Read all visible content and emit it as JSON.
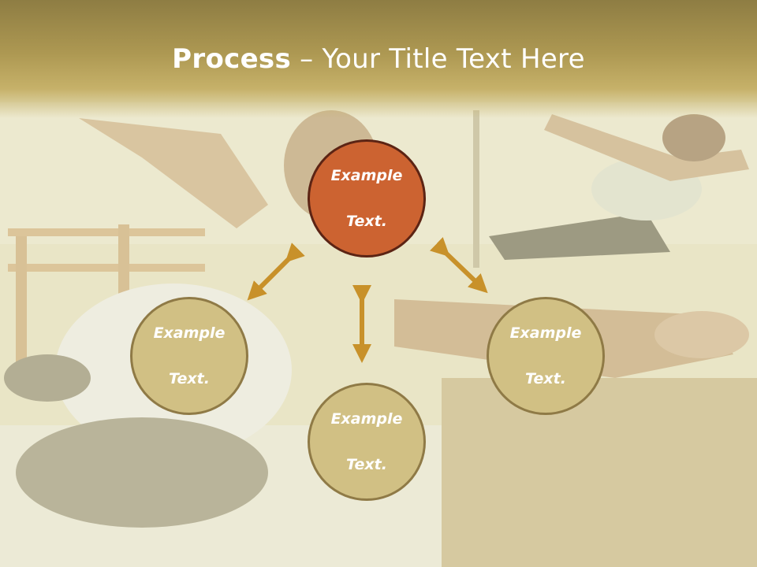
{
  "title": {
    "bold": "Process",
    "dash": " – ",
    "rest": "Your Title Text Here"
  },
  "nodes": {
    "top": {
      "line1": "Example",
      "line2": "Text."
    },
    "left": {
      "line1": "Example",
      "line2": "Text."
    },
    "right": {
      "line1": "Example",
      "line2": "Text."
    },
    "bottom": {
      "line1": "Example",
      "line2": "Text."
    }
  },
  "colors": {
    "header": "#ad9852",
    "node_fill": "#d1c084",
    "node_border": "#8f7a46",
    "accent_fill": "#cc6331",
    "accent_border": "#5c2414",
    "arrow": "#c8912a"
  }
}
